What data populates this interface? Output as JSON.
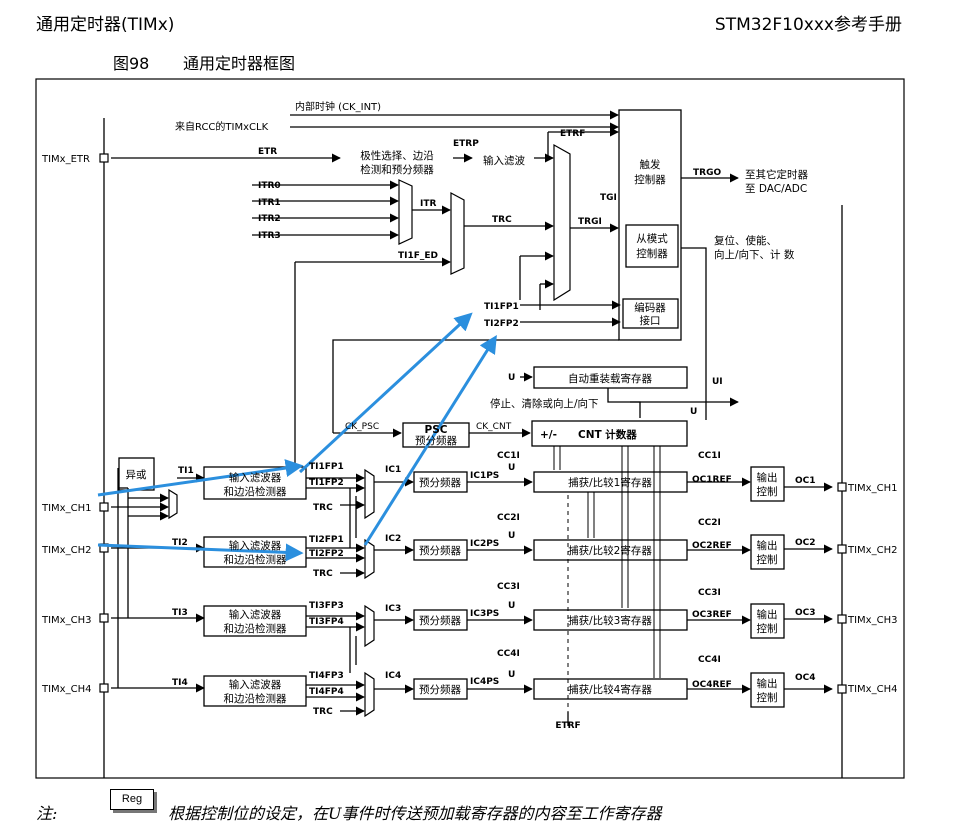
{
  "header": {
    "left": "通用定时器(TIMx)",
    "right": "STM32F10xxx参考手册"
  },
  "figure": {
    "number": "图98",
    "title": "通用定时器框图"
  },
  "signals": {
    "ck_int": "内部时钟 (CK_INT)",
    "rcc": "来自RCC的TIMxCLK",
    "etr": "ETR",
    "etrp": "ETRP",
    "etrf": "ETRF",
    "itr0": "ITR0",
    "itr1": "ITR1",
    "itr2": "ITR2",
    "itr3": "ITR3",
    "itr": "ITR",
    "trc": "TRC",
    "trgi": "TRGI",
    "tgi": "TGI",
    "ti1f_ed": "TI1F_ED",
    "ti1fp1": "TI1FP1",
    "ti2fp2": "TI2FP2",
    "trgo": "TRGO",
    "u": "U",
    "ui": "UI",
    "ck_psc": "CK_PSC",
    "ck_cnt": "CK_CNT",
    "pm": "+/-",
    "ti1": "TI1",
    "ti2": "TI2",
    "ti3": "TI3",
    "ti4": "TI4",
    "ti1fp1_in": "TI1FP1",
    "ti1fp2_in": "TI1FP2",
    "ti2fp1_in": "TI2FP1",
    "ti2fp2_in": "TI2FP2",
    "ti3fp3_in": "TI3FP3",
    "ti3fp4_in": "TI3FP4",
    "ti4fp3_in": "TI4FP3",
    "ti4fp4_in": "TI4FP4",
    "ic1": "IC1",
    "ic2": "IC2",
    "ic3": "IC3",
    "ic4": "IC4",
    "ic1ps": "IC1PS",
    "ic2ps": "IC2PS",
    "ic3ps": "IC3PS",
    "ic4ps": "IC4PS",
    "cc1i": "CC1I",
    "cc2i": "CC2I",
    "cc3i": "CC3I",
    "cc4i": "CC4I",
    "oc1ref": "OC1REF",
    "oc2ref": "OC2REF",
    "oc3ref": "OC3REF",
    "oc4ref": "OC4REF",
    "oc1": "OC1",
    "oc2": "OC2",
    "oc3": "OC3",
    "oc4": "OC4"
  },
  "pins": {
    "etr": "TIMx_ETR",
    "ch1": "TIMx_CH1",
    "ch2": "TIMx_CH2",
    "ch3": "TIMx_CH3",
    "ch4": "TIMx_CH4"
  },
  "blocks": {
    "polarity_l1": "极性选择、边沿",
    "polarity_l2": "检测和预分频器",
    "input_filter": "输入滤波",
    "trigger_l1": "触发",
    "trigger_l2": "控制器",
    "slave_l1": "从模式",
    "slave_l2": "控制器",
    "encoder_l1": "编码器",
    "encoder_l2": "接口",
    "arr": "自动重装载寄存器",
    "psc_l1": "PSC",
    "psc_l2": "预分频器",
    "cnt": "CNT 计数器",
    "xor": "异或",
    "filter_l1": "输入滤波器",
    "filter_l2": "和边沿检测器",
    "prescaler": "预分频器",
    "ccr1": "捕获/比较1寄存器",
    "ccr2": "捕获/比较2寄存器",
    "ccr3": "捕获/比较3寄存器",
    "ccr4": "捕获/比较4寄存器",
    "outctl_l1": "输出",
    "outctl_l2": "控制"
  },
  "annotations": {
    "to_other_timer_l1": "至其它定时器",
    "to_other_timer_l2": "至 DAC/ADC",
    "reset_l1": "复位、使能、",
    "reset_l2": "向上/向下、计 数",
    "stop_clear": "停止、清除或向上/向下"
  },
  "note": {
    "label": "注:",
    "reg": "Reg",
    "text": "根据控制位的设定，在U事件时传送预加载寄存器的内容至工作寄存器"
  },
  "colors": {
    "highlight_arrow": "#2b8fde"
  }
}
